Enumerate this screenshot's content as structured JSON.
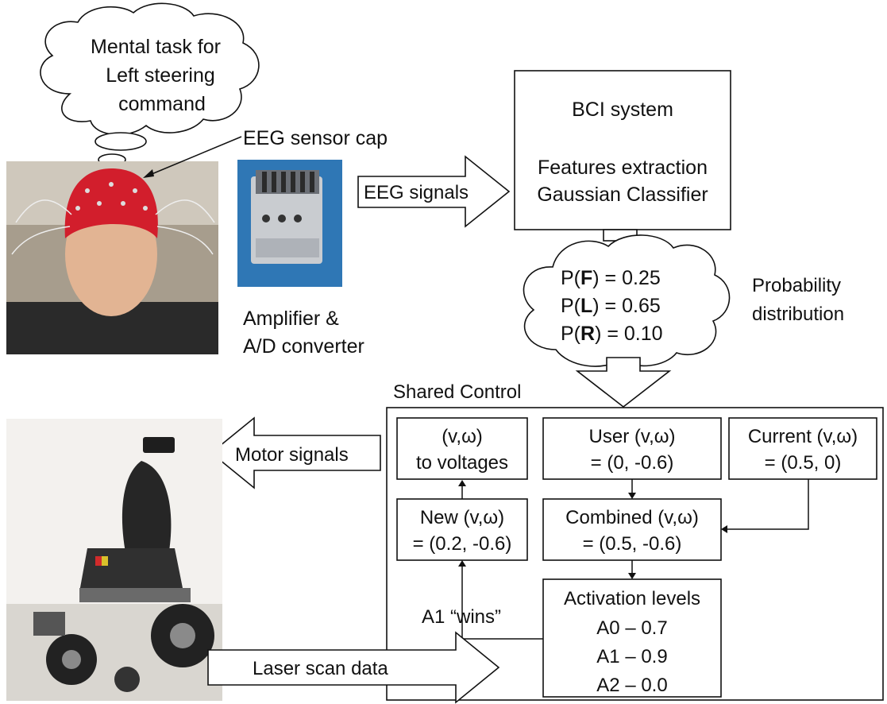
{
  "thought_cloud": {
    "lines": [
      "Mental task for",
      "Left steering",
      "command"
    ]
  },
  "labels": {
    "eeg_cap": "EEG sensor cap",
    "amplifier": [
      "Amplifier &",
      "A/D converter"
    ],
    "shared_control": "Shared Control",
    "probability": [
      "Probability",
      "distribution"
    ]
  },
  "arrows": {
    "eeg_signals": "EEG signals",
    "motor_signals": "Motor signals",
    "laser_scan": "Laser scan data"
  },
  "bci_box": {
    "title": "BCI system",
    "lines": [
      "Features extraction",
      "Gaussian Classifier"
    ]
  },
  "prob_cloud": {
    "rows": [
      {
        "prefix": "P(",
        "key": "F",
        "suffix": ") = 0.25"
      },
      {
        "prefix": "P(",
        "key": "L",
        "suffix": ") = 0.65"
      },
      {
        "prefix": "P(",
        "key": "R",
        "suffix": ") = 0.10"
      }
    ]
  },
  "boxes": {
    "to_voltages": [
      "(v,ω)",
      "to voltages"
    ],
    "user": [
      "User (v,ω)",
      "= (0, -0.6)"
    ],
    "current": [
      "Current (v,ω)",
      "= (0.5, 0)"
    ],
    "new": [
      "New (v,ω)",
      "= (0.2, -0.6)"
    ],
    "combined": [
      "Combined (v,ω)",
      "= (0.5, -0.6)"
    ],
    "activation": [
      "Activation levels",
      "A0 – 0.7",
      "A1 – 0.9",
      "A2 – 0.0"
    ]
  },
  "a1_wins": "A1 “wins”"
}
